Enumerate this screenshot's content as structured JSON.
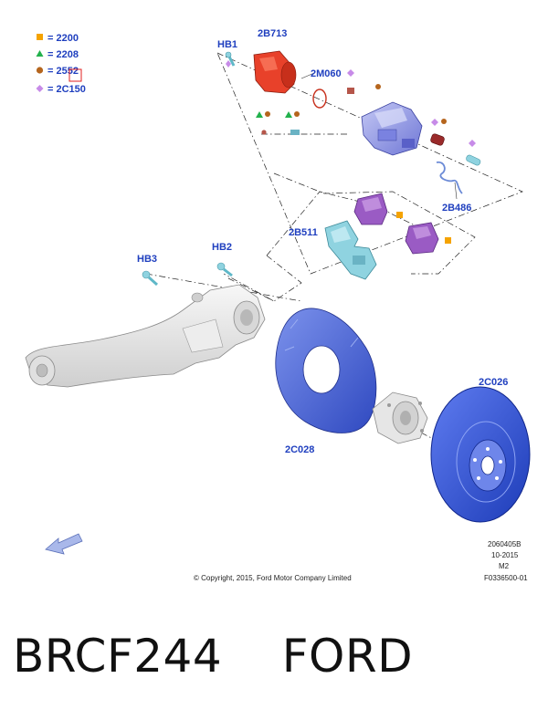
{
  "legend": [
    {
      "symbol": "square",
      "color": "#f5a300",
      "text": "= 2200"
    },
    {
      "symbol": "triangle",
      "color": "#22b14c",
      "text": "= 2208"
    },
    {
      "symbol": "circle",
      "color": "#b5651d",
      "text": "= 2552"
    },
    {
      "symbol": "diamond",
      "color": "#c78be8",
      "text": "= 2C150"
    }
  ],
  "parts": {
    "hb1": "HB1",
    "p2b713": "2B713",
    "p2m060": "2M060",
    "p2b486": "2B486",
    "p2b511": "2B511",
    "hb3": "HB3",
    "hb2": "HB2",
    "p2c026": "2C026",
    "p2c028": "2C028"
  },
  "meta": {
    "line1": "2060405B",
    "line2": "10-2015",
    "line3": "M2",
    "line4": "F0336500-01",
    "copyright": "© Copyright, 2015, Ford Motor Company Limited"
  },
  "caption": "BRCF244    FORD",
  "colors": {
    "label": "#1f3fbf",
    "caliper_body": "#9aa0e8",
    "piston_housing": "#e8412a",
    "brake_pad": "#9a5bc4",
    "bracket": "#8fd3e0",
    "shield": "#4d66d6",
    "disc": "#2f55d4",
    "knuckle": "#e9e9e9"
  }
}
